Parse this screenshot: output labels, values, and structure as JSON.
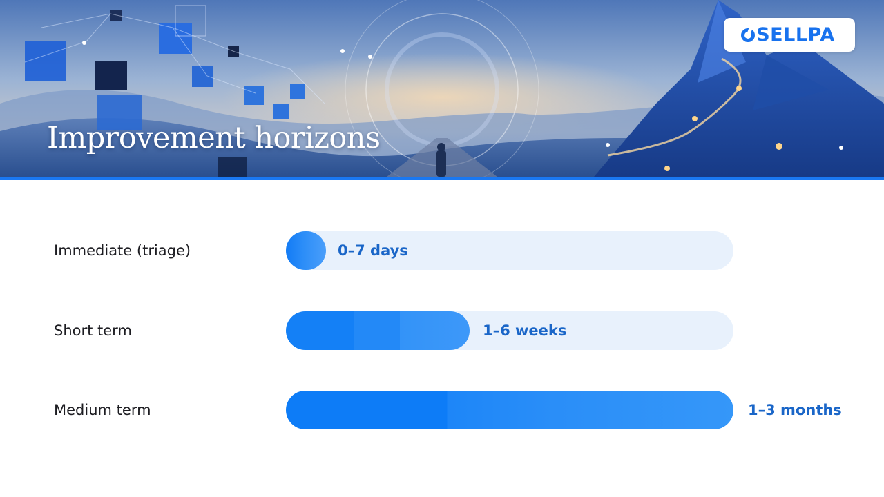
{
  "header": {
    "title": "Improvement horizons",
    "logo_text": "SELLPA",
    "accent_color": "#1a78f2"
  },
  "horizons": [
    {
      "label": "Immediate (triage)",
      "value": "0–7 days",
      "fill_fraction": 0.09
    },
    {
      "label": "Short term",
      "value": "1–6 weeks",
      "fill_fraction": 0.41
    },
    {
      "label": "Medium term",
      "value": "1–3 months",
      "fill_fraction": 1.0
    }
  ],
  "colors": {
    "bar_fill": "#1a80f6",
    "bar_track": "#e8f1fc",
    "value_text": "#1a66c8",
    "label_text": "#1d1d22"
  }
}
